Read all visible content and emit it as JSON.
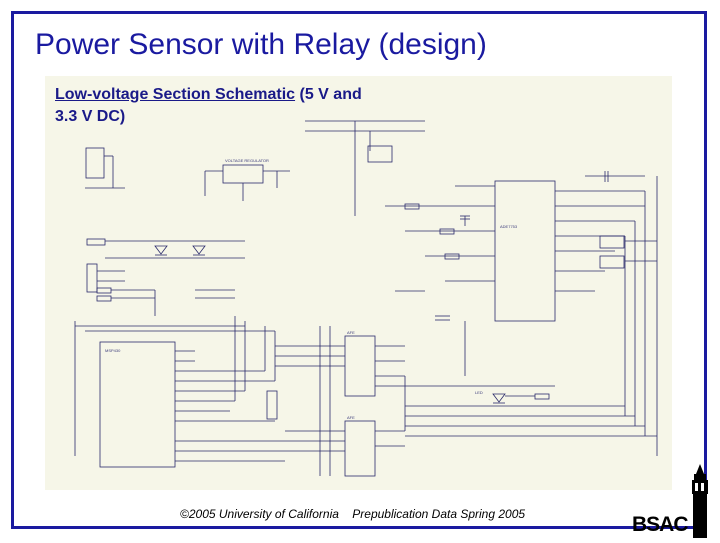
{
  "slide": {
    "title": "Power Sensor with Relay (design)",
    "subtitle_underlined": "Low-voltage Section Schematic",
    "subtitle_rest": " (5 V and",
    "subtitle_line2": "3.3 V DC)",
    "footer_copyright": "©2005 University of California",
    "footer_note": "Prepublication Data Spring 2005",
    "logo_text": "BSAC",
    "frame_color": "#1a1aa0",
    "schematic_bg": "#f6f6e8",
    "logo_icon": "campanile-tower-icon"
  }
}
